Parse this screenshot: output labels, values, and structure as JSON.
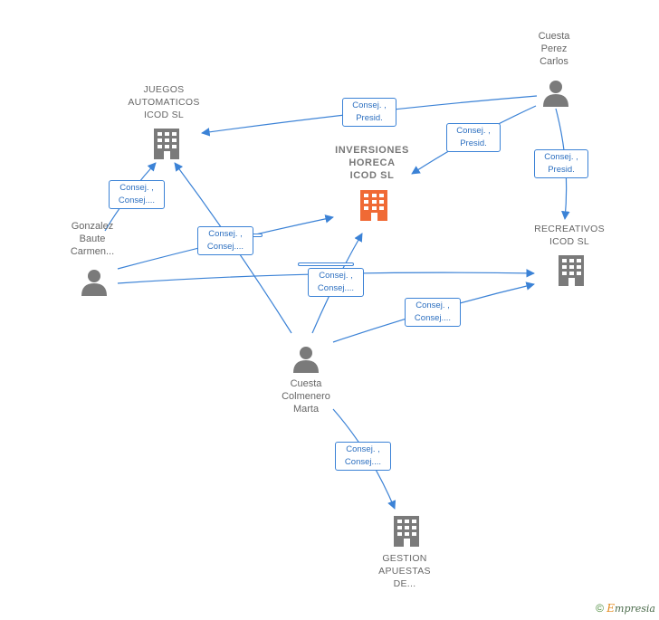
{
  "nodes": {
    "juegos": {
      "lines": [
        "JUEGOS",
        "AUTOMATICOS",
        "ICOD SL"
      ]
    },
    "inversiones": {
      "lines": [
        "INVERSIONES",
        "HORECA",
        "ICOD  SL"
      ]
    },
    "recreativos": {
      "lines": [
        "RECREATIVOS",
        "ICOD  SL"
      ]
    },
    "gestion": {
      "lines": [
        "GESTION",
        "APUESTAS",
        "DE..."
      ]
    },
    "cuesta_perez": {
      "lines": [
        "Cuesta",
        "Perez",
        "Carlos"
      ]
    },
    "gonzalez": {
      "lines": [
        "Gonzalez",
        "Baute",
        "Carmen..."
      ]
    },
    "cuesta_colmenero": {
      "lines": [
        "Cuesta",
        "Colmenero",
        "Marta"
      ]
    }
  },
  "edges": {
    "perez_juegos": [
      "Consej. ,",
      "Presid."
    ],
    "perez_inversiones": [
      "Consej. ,",
      "Presid."
    ],
    "perez_recreativos": [
      "Consej. ,",
      "Presid."
    ],
    "gonzalez_juegos": [
      "Consej. ,",
      "Consej...."
    ],
    "gonzalez_inversiones": [
      "Consej. ,",
      "Consej...."
    ],
    "gonzalez_recreativos": [
      "Consej. ,",
      "Consej...."
    ],
    "marta_recreativos": [
      "Consej. ,",
      "Consej...."
    ],
    "marta_gestion": [
      "Consej. ,",
      "Consej...."
    ]
  },
  "colors": {
    "edge": "#3b82d6",
    "person": "#7a7a7a",
    "company": "#7a7a7a",
    "focus_company": "#f06a35"
  },
  "footer": {
    "copyright": "©",
    "brand_initial": "E",
    "brand_rest": "mpresia"
  }
}
